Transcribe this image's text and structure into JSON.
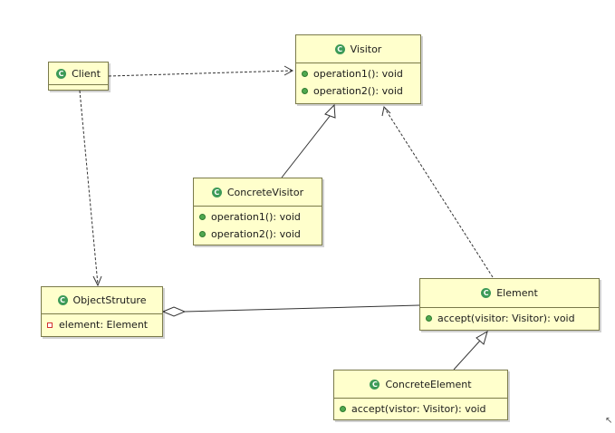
{
  "classes": {
    "visitor": {
      "name": "Visitor",
      "ops": [
        "operation1(): void",
        "operation2(): void"
      ]
    },
    "client": {
      "name": "Client"
    },
    "concrete_visitor": {
      "name": "ConcreteVisitor",
      "ops": [
        "operation1(): void",
        "operation2(): void"
      ]
    },
    "object_structure": {
      "name": "ObjectStruture",
      "fields": [
        "element: Element"
      ]
    },
    "element": {
      "name": "Element",
      "ops": [
        "accept(visitor: Visitor): void"
      ]
    },
    "concrete_element": {
      "name": "ConcreteElement",
      "ops": [
        "accept(vistor: Visitor): void"
      ]
    }
  },
  "icons": {
    "class_icon": "C",
    "method_icon": "public-method-dot",
    "field_icon": "private-field-square"
  },
  "colors": {
    "class_fill": "#ffffcc",
    "class_border": "#7a7a4a",
    "class_icon": "#3c9a57"
  }
}
